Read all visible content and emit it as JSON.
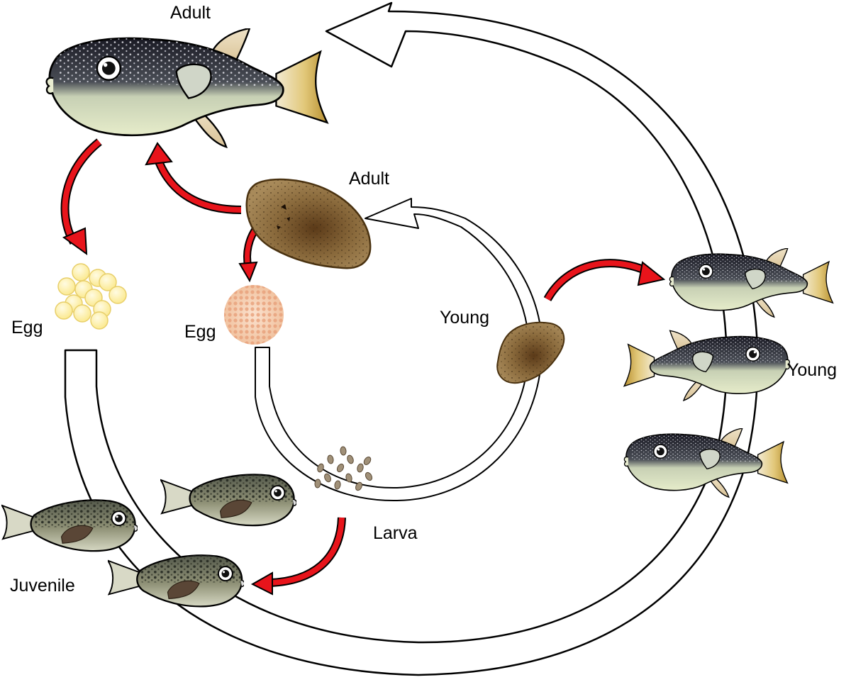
{
  "labels": {
    "pufferfish_adult": "Adult",
    "pufferfish_egg": "Egg",
    "pufferfish_juvenile": "Juvenile",
    "pufferfish_young": "Young",
    "flatworm_adult": "Adult",
    "flatworm_egg": "Egg",
    "flatworm_larva": "Larva",
    "flatworm_young": "Young"
  },
  "colors": {
    "red_arrow": "#e8141b",
    "puffer_back": "#1e1e28",
    "puffer_belly": "#dfe6c0",
    "puffer_tail": "#c9a64a",
    "flatworm_body": "#8b6a3a",
    "egg_yellow": "#fff3a6",
    "egg_pink": "#f3c5a3"
  },
  "icons": [
    "pufferfish-adult-icon",
    "pufferfish-young-icon",
    "pufferfish-juvenile-icon",
    "pufferfish-egg-cluster-icon",
    "flatworm-adult-icon",
    "flatworm-young-icon",
    "flatworm-egg-icon",
    "flatworm-larva-icon"
  ]
}
